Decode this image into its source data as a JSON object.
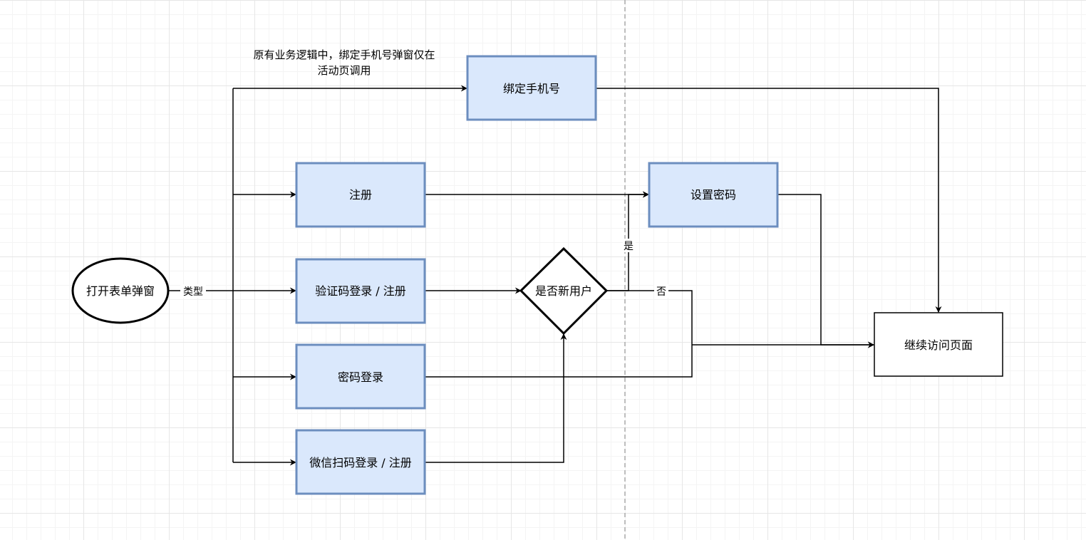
{
  "diagram": {
    "nodes": {
      "start": "打开表单弹窗",
      "bind_phone": "绑定手机号",
      "register": "注册",
      "sms_login": "验证码登录 / 注册",
      "password_login": "密码登录",
      "wechat_login": "微信扫码登录 / 注册",
      "decision": "是否新用户",
      "set_password": "设置密码",
      "continue": "继续访问页面"
    },
    "edge_labels": {
      "type": "类型",
      "yes": "是",
      "no": "否"
    },
    "note": {
      "line1": "原有业务逻辑中，绑定手机号弹窗仅在",
      "line2": "活动页调用"
    },
    "colors": {
      "process_fill": "#dae8fc",
      "process_stroke": "#6c8ebf",
      "line": "#000000",
      "divider": "#aaaaaa"
    }
  }
}
